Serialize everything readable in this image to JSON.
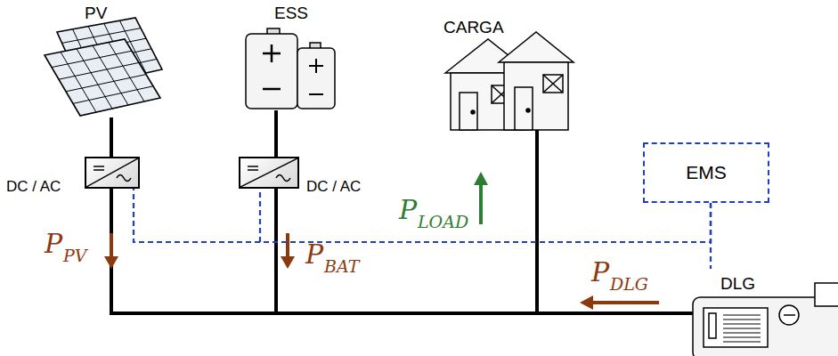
{
  "diagram": {
    "nodes": [
      {
        "text": [
          "PV"
        ]
      },
      {
        "text": [
          "DC / AC"
        ]
      },
      {
        "text": [
          "ESS"
        ]
      },
      {
        "text": [
          "DC / AC"
        ]
      },
      {
        "text": [
          "CARGA"
        ]
      },
      {
        "text": [
          "EMS"
        ]
      },
      {
        "text": [
          "DLG"
        ]
      }
    ],
    "edges": [
      {
        "from": 0,
        "to": 1,
        "arrow": "none"
      },
      {
        "from": 2,
        "to": 3,
        "arrow": "none"
      },
      {
        "from": 5,
        "to": 1,
        "arrow": "none"
      },
      {
        "from": 5,
        "to": 3,
        "arrow": "none"
      },
      {
        "from": 5,
        "to": 6,
        "arrow": "none"
      }
    ],
    "labels": [
      "P",
      "PV",
      "P",
      "BAT",
      "P",
      "LOAD",
      "P",
      "DLG"
    ]
  }
}
